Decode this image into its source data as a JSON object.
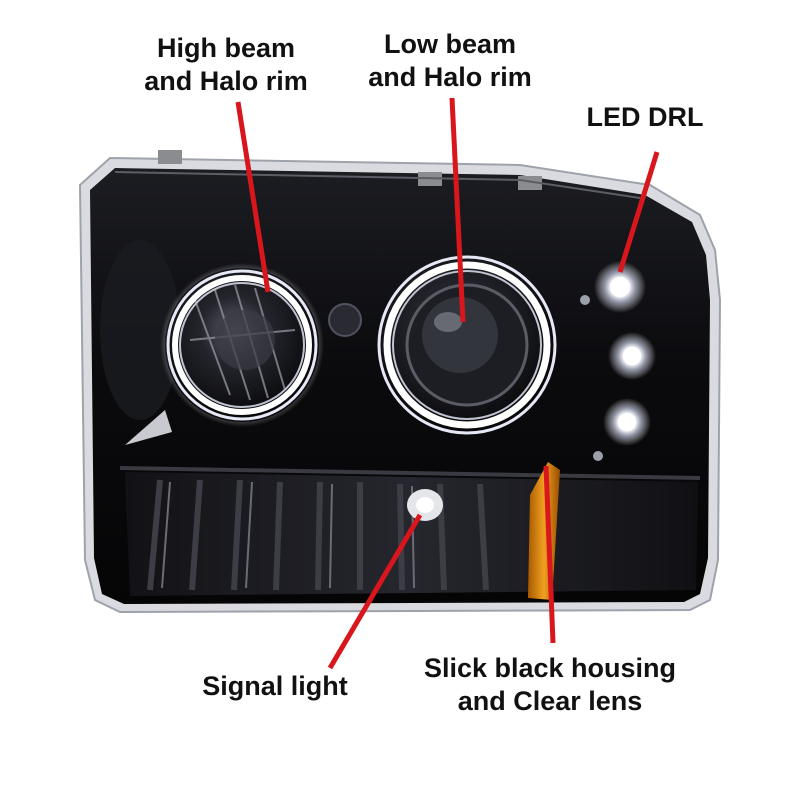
{
  "labels": {
    "high_beam": [
      "High beam",
      "and Halo rim"
    ],
    "low_beam": [
      "Low beam",
      "and Halo rim"
    ],
    "led_drl": "LED DRL",
    "signal_light": "Signal light",
    "housing": [
      "Slick black housing",
      "and Clear lens"
    ]
  },
  "colors": {
    "pointer": "#d8161c",
    "housing": "#0c0c10",
    "chrome": "#c9ccd2",
    "amber": "#e08a10",
    "halo": "#f4f6ff",
    "background": "#ffffff"
  }
}
